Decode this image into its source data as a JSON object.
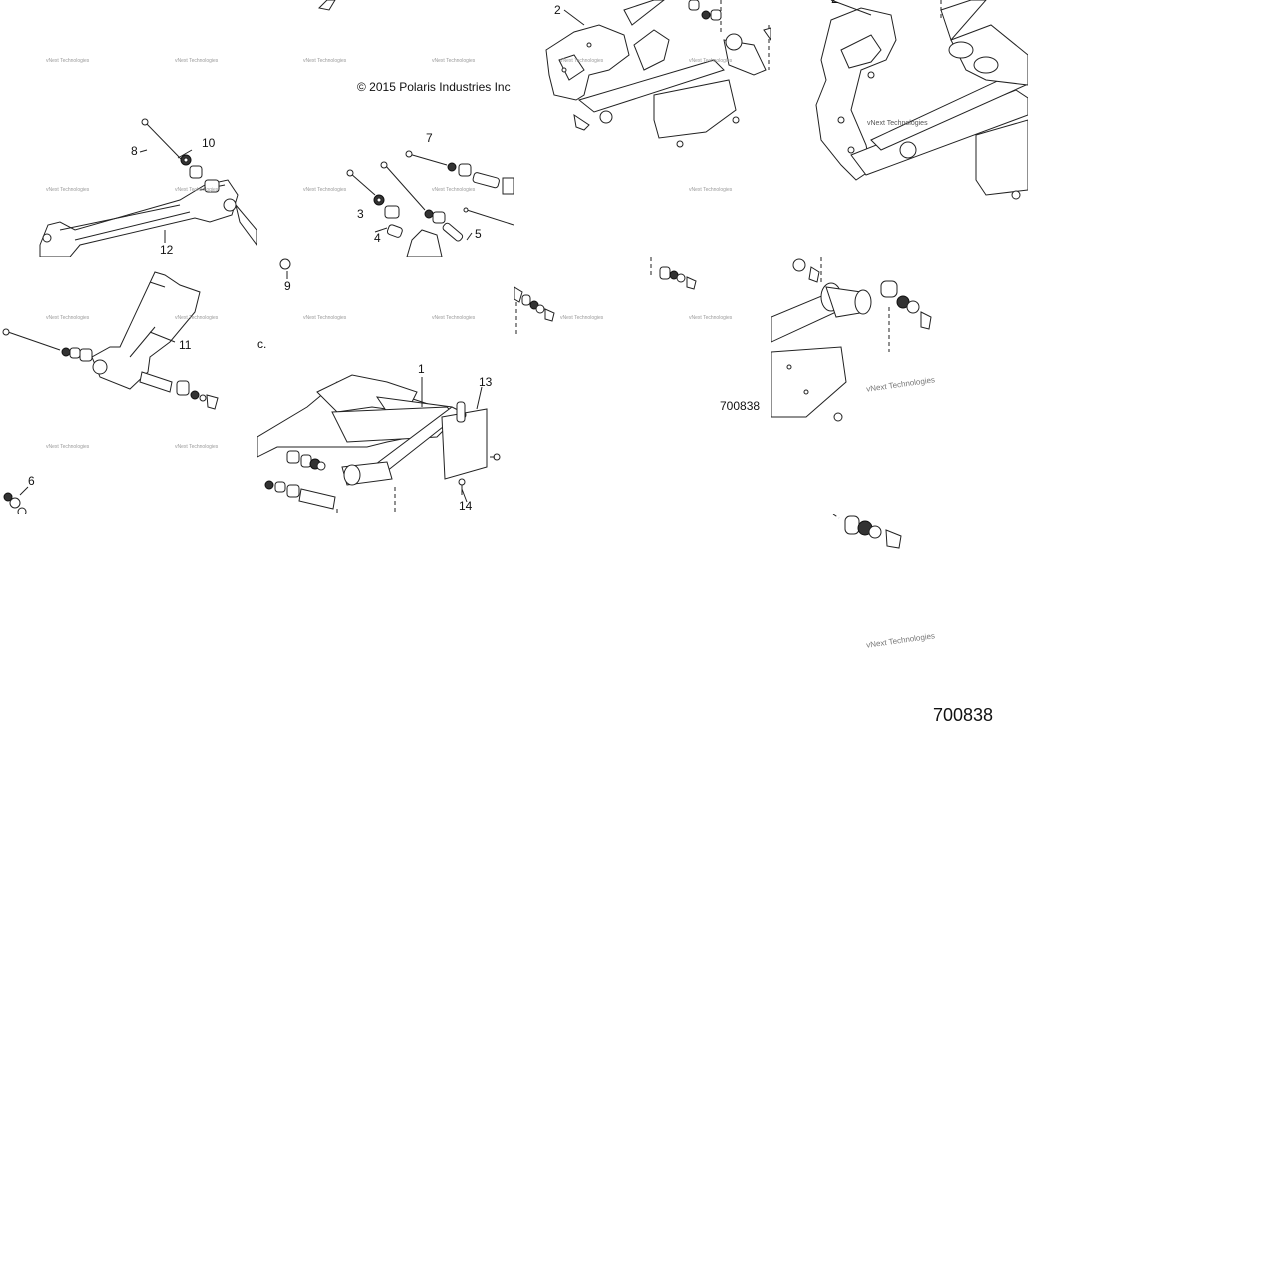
{
  "copyright": "© 2015 Polaris Industries Inc",
  "watermark": "vNext Technologies",
  "watermark_large": "vNext Technologies",
  "diagram_code_small": "700838",
  "diagram_code_large": "700838",
  "fragment_label": "c.",
  "callouts": {
    "c1": "1",
    "c2": "2",
    "c3": "3",
    "c4": "4",
    "c5": "5",
    "c6": "6",
    "c7": "7",
    "c8": "8",
    "c9": "9",
    "c10": "10",
    "c11": "11",
    "c12": "12",
    "c13": "13",
    "c14": "14"
  }
}
